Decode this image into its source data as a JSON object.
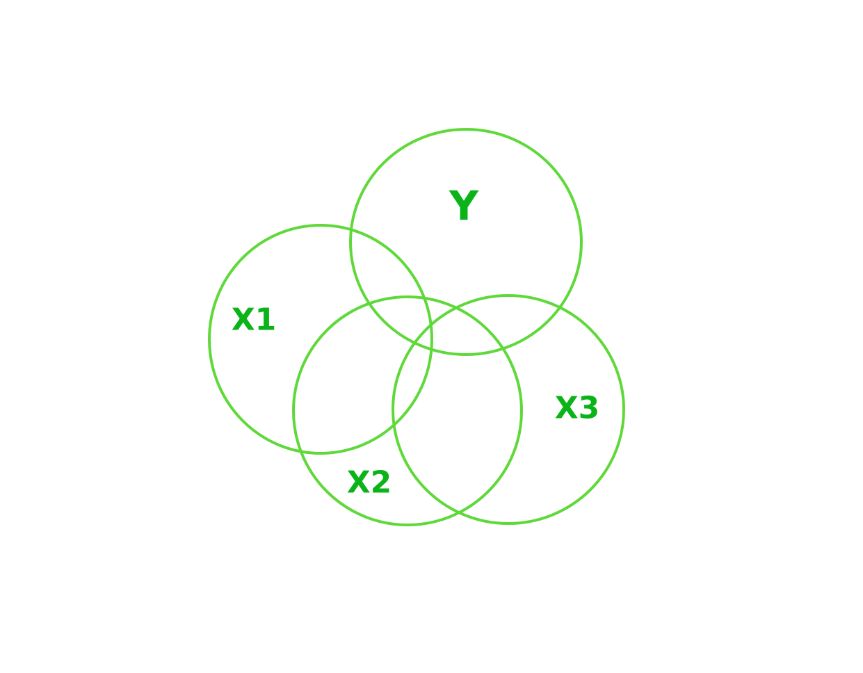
{
  "diagram": {
    "type": "venn",
    "colors": {
      "circle_stroke": "#5fd93a",
      "label_text": "#0ab418",
      "background": "#ffffff"
    },
    "sets": [
      {
        "id": "y",
        "label": "Y"
      },
      {
        "id": "x1",
        "label": "X1"
      },
      {
        "id": "x2",
        "label": "X2"
      },
      {
        "id": "x3",
        "label": "X3"
      }
    ]
  }
}
